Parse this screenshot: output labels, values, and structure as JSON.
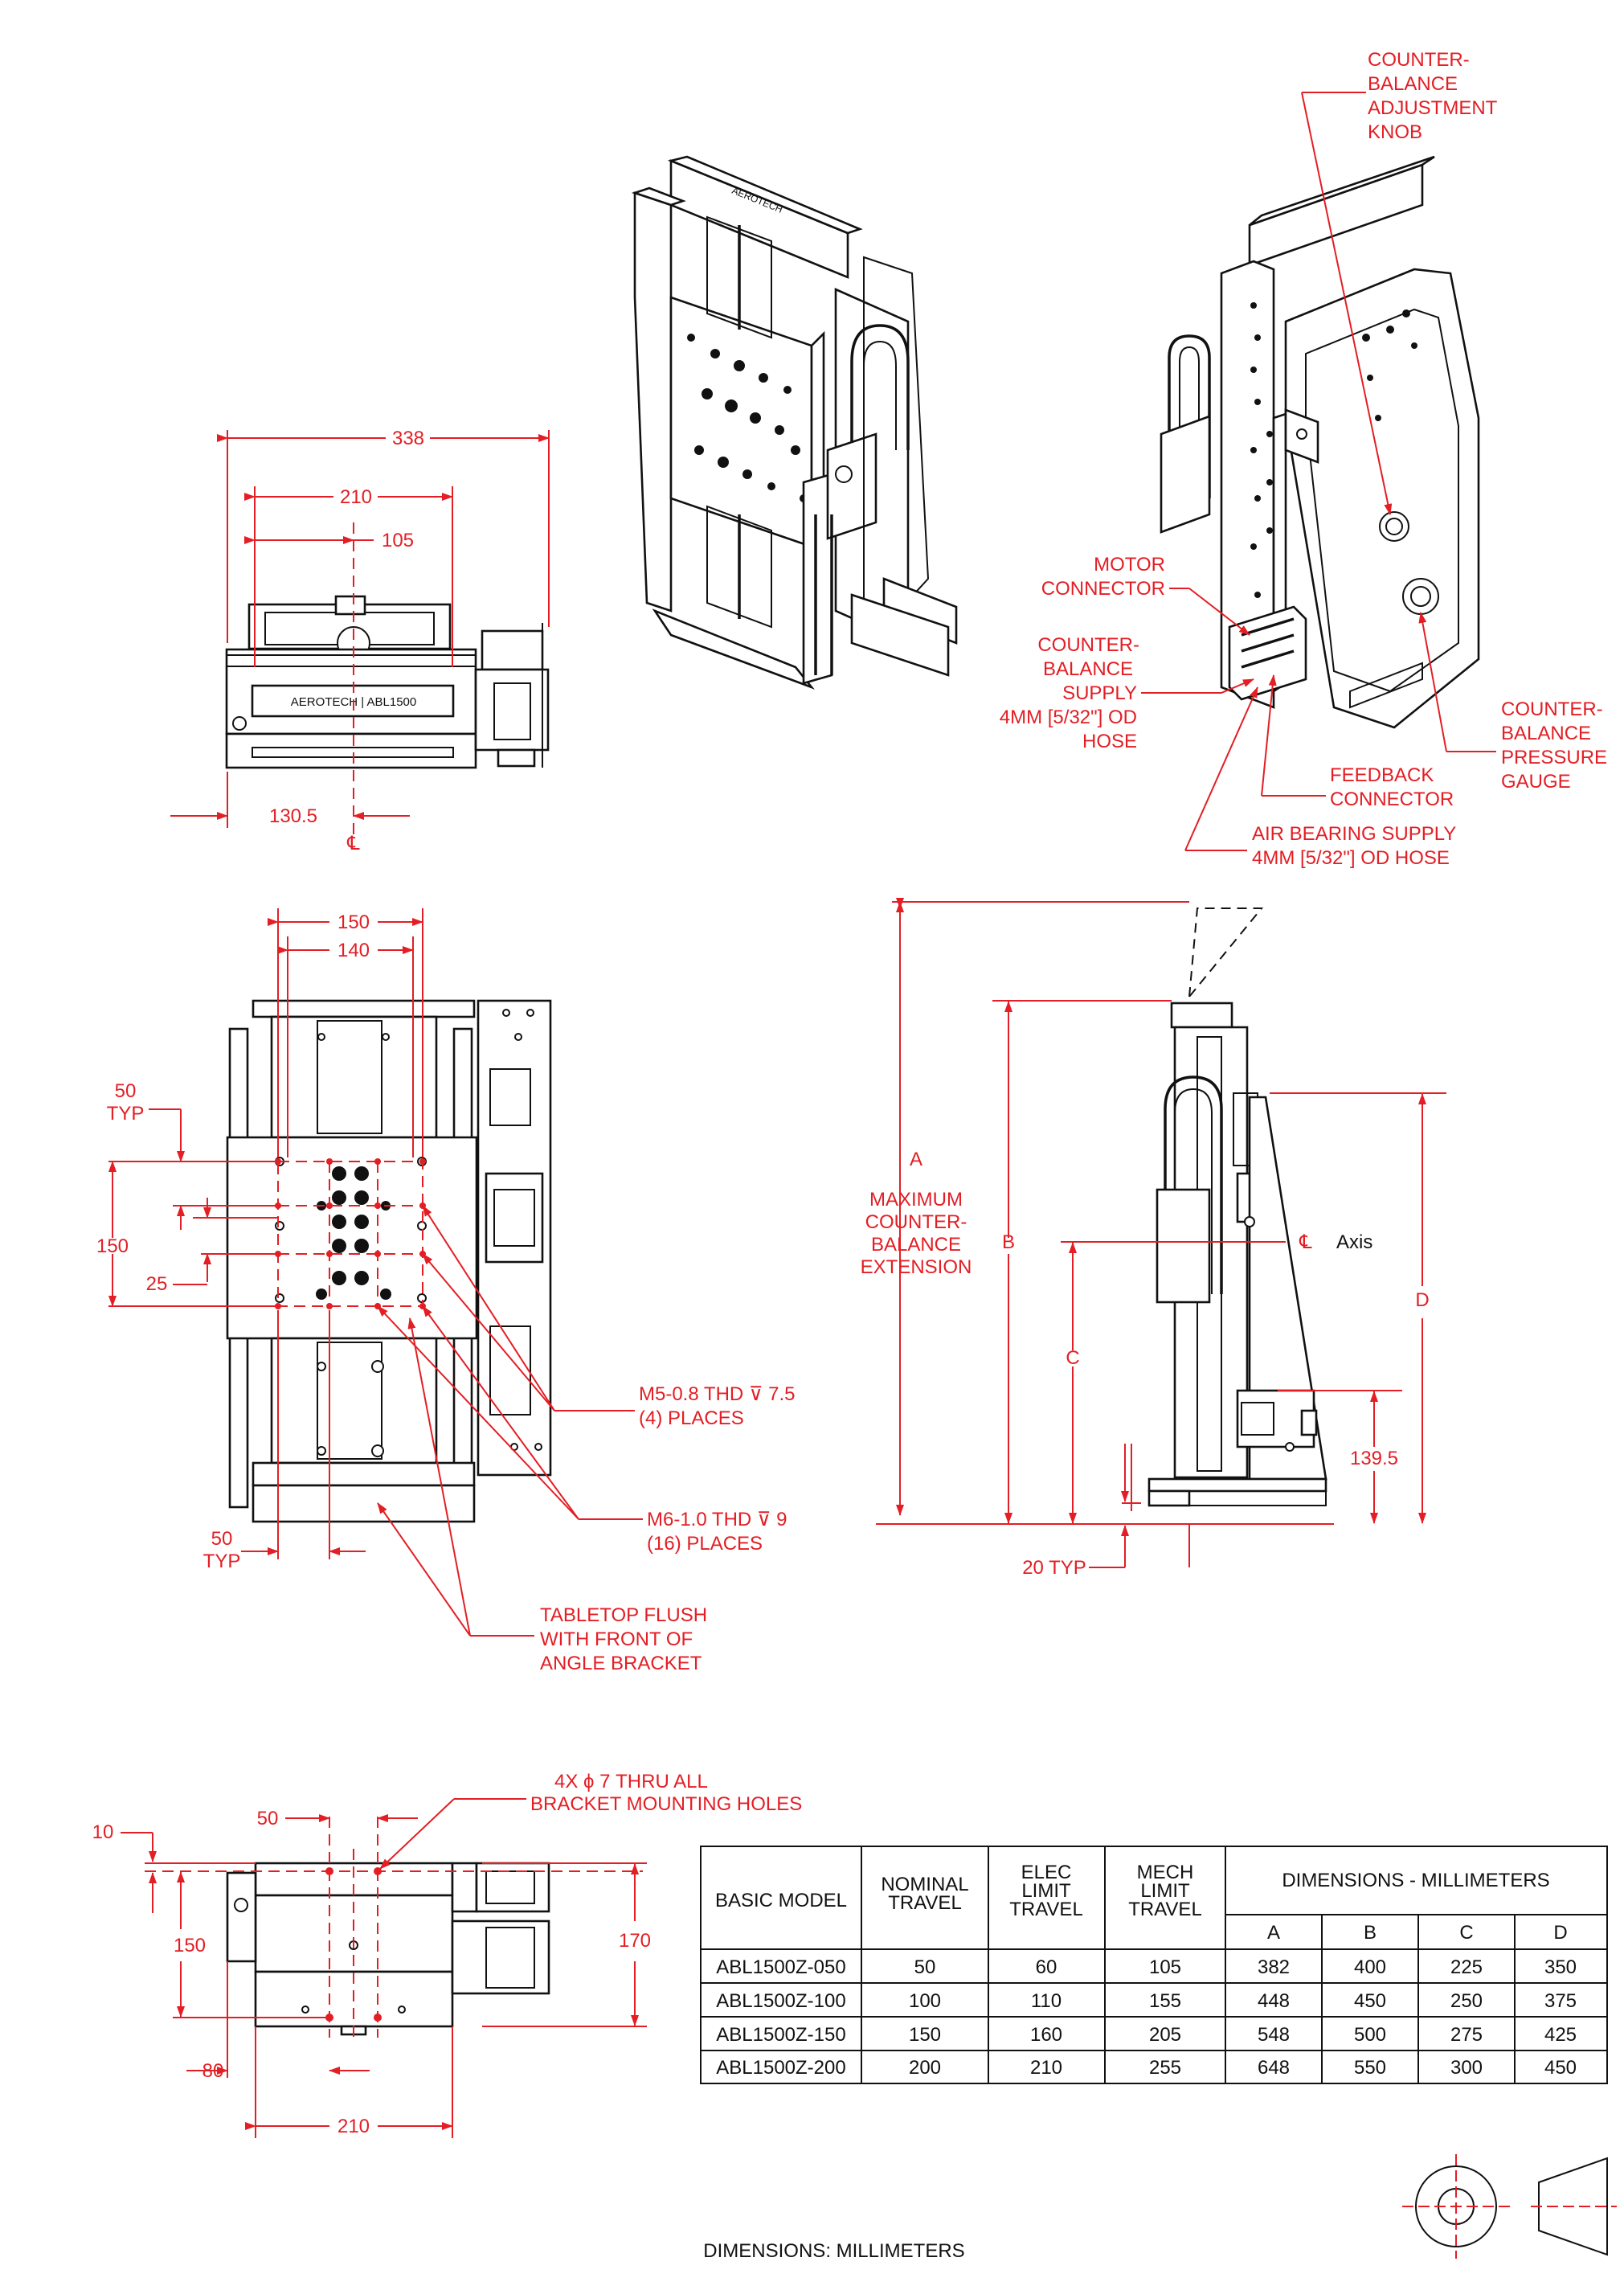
{
  "front_view": {
    "dim_338": "338",
    "dim_210": "210",
    "dim_105": "105",
    "dim_130_5": "130.5",
    "centerline": "℄"
  },
  "iso_callouts": {
    "counterbalance_knob": [
      "COUNTER-",
      "BALANCE",
      "ADJUSTMENT",
      "KNOB"
    ],
    "motor_connector": [
      "MOTOR",
      "CONNECTOR"
    ],
    "counterbalance_supply": [
      "COUNTER-",
      "BALANCE",
      "SUPPLY",
      "4MM [5/32\"] OD",
      "HOSE"
    ],
    "counterbalance_gauge": [
      "COUNTER-",
      "BALANCE",
      "PRESSURE",
      "GAUGE"
    ],
    "feedback_connector": [
      "FEEDBACK",
      "CONNECTOR"
    ],
    "air_bearing_supply": [
      "AIR BEARING SUPPLY",
      "4MM [5/32\"] OD HOSE"
    ]
  },
  "top_view": {
    "dim_150": "150",
    "dim_140": "140",
    "dim_50_typ": [
      "50",
      "TYP"
    ],
    "dim_150_left": "150",
    "dim_25": "25",
    "dim_50_typ_bottom": [
      "50",
      "TYP"
    ],
    "m5_note": [
      "M5-0.8 THD ⊽ 7.5",
      "(4) PLACES"
    ],
    "m6_note": [
      "M6-1.0 THD ⊽ 9",
      "(16) PLACES"
    ],
    "tabletop_note": [
      "TABLETOP FLUSH",
      "WITH FRONT OF",
      "ANGLE BRACKET"
    ]
  },
  "side_view": {
    "label_a": "A",
    "max_ext": [
      "MAXIMUM",
      "COUNTER-",
      "BALANCE",
      "EXTENSION"
    ],
    "label_b": "B",
    "label_c": "C",
    "label_d": "D",
    "axis_label": "Axis",
    "dim_139_5": "139.5",
    "dim_20_typ": "20 TYP"
  },
  "bottom_view": {
    "holes_note": [
      "4X ϕ 7 THRU ALL",
      "BRACKET MOUNTING HOLES"
    ],
    "dim_50": "50",
    "dim_10": "10",
    "dim_150": "150",
    "dim_170": "170",
    "dim_80": "80",
    "dim_210": "210"
  },
  "table": {
    "header": {
      "basic_model": "BASIC MODEL",
      "nominal_travel": [
        "NOMINAL",
        "TRAVEL"
      ],
      "elec_limit": [
        "ELEC",
        "LIMIT",
        "TRAVEL"
      ],
      "mech_limit": [
        "MECH",
        "LIMIT",
        "TRAVEL"
      ],
      "dimensions": "DIMENSIONS - MILLIMETERS",
      "cols": [
        "A",
        "B",
        "C",
        "D"
      ]
    },
    "rows": [
      [
        "ABL1500Z-050",
        "50",
        "60",
        "105",
        "382",
        "400",
        "225",
        "350"
      ],
      [
        "ABL1500Z-100",
        "100",
        "110",
        "155",
        "448",
        "450",
        "250",
        "375"
      ],
      [
        "ABL1500Z-150",
        "150",
        "160",
        "205",
        "548",
        "500",
        "275",
        "425"
      ],
      [
        "ABL1500Z-200",
        "200",
        "210",
        "255",
        "648",
        "550",
        "300",
        "450"
      ]
    ]
  },
  "footer": "DIMENSIONS:  MILLIMETERS"
}
